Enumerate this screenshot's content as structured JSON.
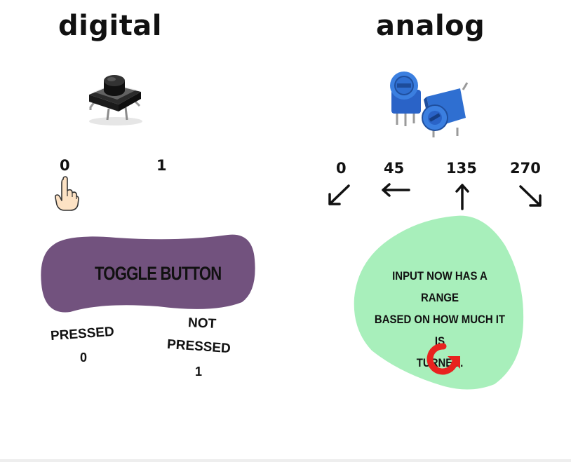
{
  "digital": {
    "title": "digital",
    "state_labels": [
      "0",
      "1"
    ],
    "toggle_label": "TOGGLE BUTTON",
    "pressed_label": "PRESSED",
    "pressed_value": "0",
    "not_label": "NOT",
    "not_pressed_label": "PRESSED",
    "not_pressed_value": "1"
  },
  "analog": {
    "title": "analog",
    "angles": [
      "0",
      "45",
      "135",
      "270"
    ],
    "description_lines": [
      "INPUT NOW HAS A RANGE",
      "BASED ON HOW MUCH IT IS",
      "TURNED."
    ]
  },
  "colors": {
    "blob_purple": "#72527e",
    "blob_green": "#a8efbb",
    "arrow_red": "#e8221f",
    "potentiometer_blue": "#2f6fd1"
  },
  "icons": [
    "push-button-image",
    "pointing-hand-icon",
    "potentiometer-image",
    "arrow-down-left-icon",
    "arrow-left-icon",
    "arrow-up-icon",
    "arrow-down-right-icon",
    "rotate-arrow-icon"
  ]
}
